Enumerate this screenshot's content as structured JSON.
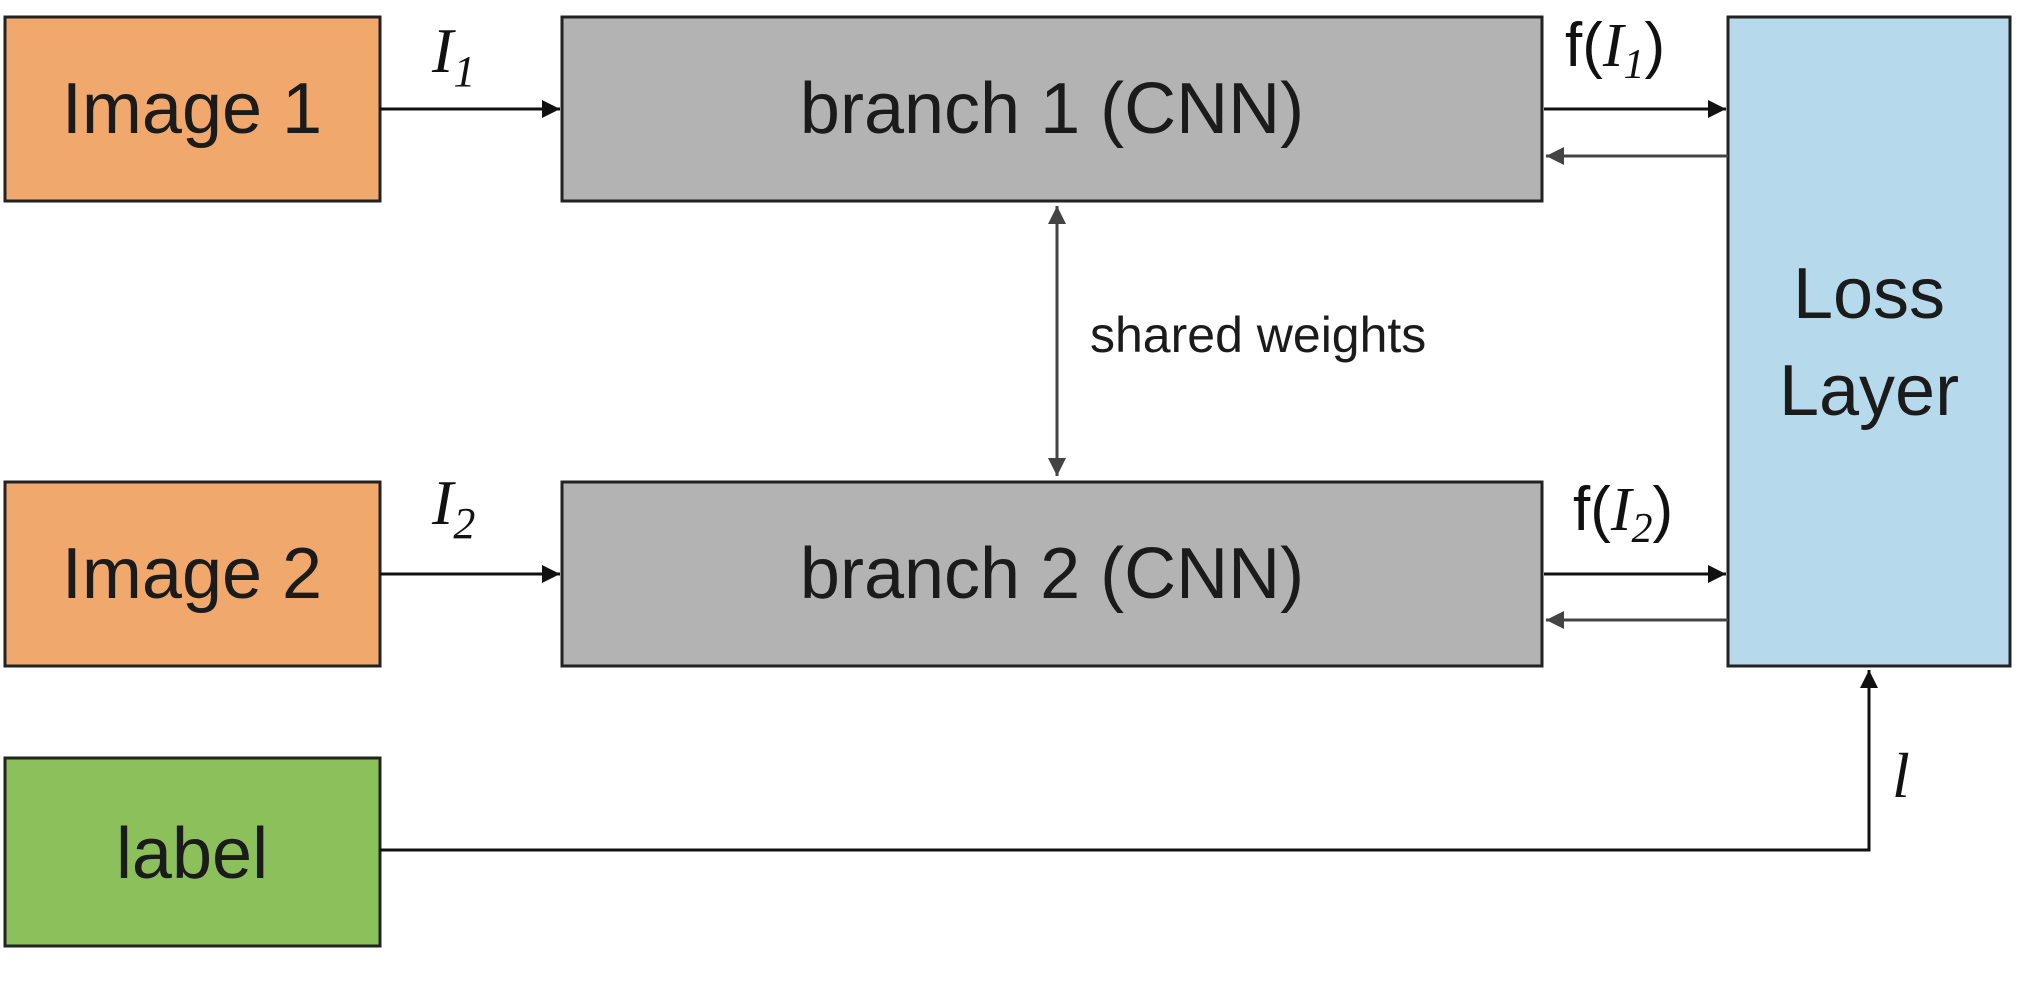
{
  "nodes": {
    "image1": {
      "label": "Image 1",
      "color": "#f0a86c"
    },
    "image2": {
      "label": "Image 2",
      "color": "#f0a86c"
    },
    "label": {
      "label": "label",
      "color": "#8cc05a"
    },
    "branch1": {
      "label": "branch 1 (CNN)",
      "color": "#b3b3b3"
    },
    "branch2": {
      "label": "branch 2 (CNN)",
      "color": "#b3b3b3"
    },
    "loss": {
      "label_line1": "Loss",
      "label_line2": "Layer",
      "color": "#b7d9ec"
    }
  },
  "edges": {
    "image1_to_branch1": {
      "symbol": "I",
      "subscript": "1"
    },
    "image2_to_branch2": {
      "symbol": "I",
      "subscript": "2"
    },
    "branch1_to_loss": {
      "func": "f(",
      "symbol": "I",
      "subscript": "1",
      "close": ")"
    },
    "branch2_to_loss": {
      "func": "f(",
      "symbol": "I",
      "subscript": "2",
      "close": ")"
    },
    "shared": {
      "label": "shared weights"
    },
    "label_to_loss": {
      "symbol": "l"
    }
  }
}
